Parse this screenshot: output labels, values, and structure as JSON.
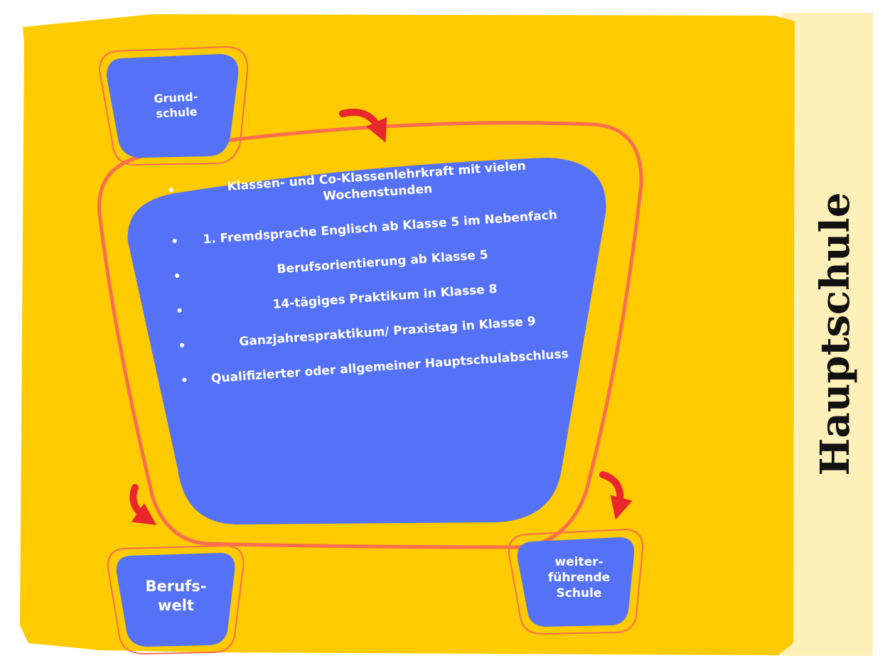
{
  "title": "Hauptschule",
  "colors": {
    "background_yellow": "#FDCB00",
    "side_panel": "#FDF0B8",
    "node_blue": "#5572F7",
    "outline_orange": "#F86E4E",
    "arrow_red": "#E8262B"
  },
  "nodes": {
    "grundschule": "Grund-\nschule",
    "berufswelt": "Berufs-\nwelt",
    "weiterfuehrende": "weiter-\nführende\nSchule"
  },
  "main_items": [
    "Klassen- und Co-Klassenlehrkraft mit vielen Wochenstunden",
    "1. Fremdsprache Englisch ab Klasse 5 im Nebenfach",
    "Berufsorientierung ab Klasse 5",
    "14-tägiges Praktikum in Klasse 8",
    "Ganzjahrespraktikum/ Praxistag in Klasse 9",
    "Qualifizierter oder allgemeiner Hauptschulabschluss"
  ],
  "bullet_symbol": "•",
  "arrow_icon": "curved-arrow-icon"
}
